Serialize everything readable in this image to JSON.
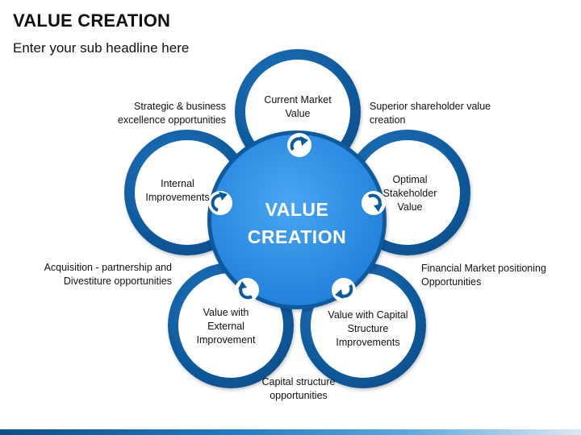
{
  "header": {
    "title": "VALUE CREATION",
    "subtitle": "Enter your sub headline here"
  },
  "center": {
    "line1": "VALUE",
    "line2": "CREATION"
  },
  "petals": [
    {
      "label": "Current Market Value"
    },
    {
      "label": "Optimal Stakeholder Value"
    },
    {
      "label": "Value with Capital Structure Improvements"
    },
    {
      "label": "Value with External Improvement"
    },
    {
      "label": "Internal Improvements"
    }
  ],
  "side_labels": {
    "top_left": "Strategic & business excellence opportunities",
    "top_right": "Superior shareholder value creation",
    "right": "Financial Market positioning Opportunities",
    "bottom": "Capital structure opportunities",
    "left": "Acquisition - partnership and Divestiture opportunities"
  },
  "colors": {
    "ring": "#0b5a9e",
    "center_fill": "#2e8fe6",
    "icon": "#0b5a9e",
    "footer": "#1f7bc4"
  }
}
